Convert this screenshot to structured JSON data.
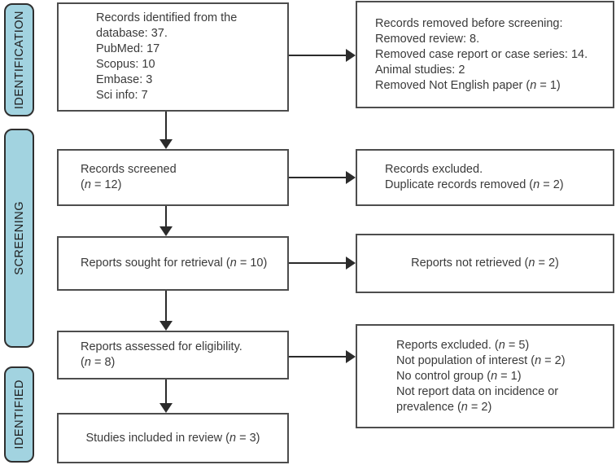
{
  "colors": {
    "label_fill": "#a2d3e0",
    "label_border": "#2f2f2f",
    "box_border": "#4d4d4d",
    "text_color": "#3a3a3a",
    "arrow_color": "#2b2b2b"
  },
  "sidebar": {
    "labels": [
      {
        "id": "identification",
        "text": "IDENTIFICATION"
      },
      {
        "id": "screening",
        "text": "SCREENING"
      },
      {
        "id": "identified",
        "text": "IDENTIFIED"
      }
    ]
  },
  "flow": {
    "left_boxes": [
      {
        "id": "records-identified",
        "lines": [
          "Records identified from the",
          "database: 37.",
          "PubMed: 17",
          "Scopus: 10",
          "Embase: 3",
          "Sci info: 7"
        ]
      },
      {
        "id": "records-screened",
        "lines": [
          "Records screened",
          "(n = 12)"
        ]
      },
      {
        "id": "reports-sought",
        "lines": [
          "Reports sought for retrieval (n = 10)"
        ]
      },
      {
        "id": "reports-assessed",
        "lines": [
          "Reports assessed for eligibility.",
          "(n = 8)"
        ]
      },
      {
        "id": "studies-included",
        "lines": [
          "Studies included in review (n = 3)"
        ]
      }
    ],
    "right_boxes": [
      {
        "id": "records-removed-before-screening",
        "lines": [
          "Records removed before screening:",
          "Removed review: 8.",
          "Removed case report or case series: 14.",
          "Animal studies: 2",
          "Removed Not English paper (n = 1)"
        ]
      },
      {
        "id": "records-excluded",
        "lines": [
          "Records excluded.",
          "Duplicate records removed (n = 2)"
        ]
      },
      {
        "id": "reports-not-retrieved",
        "lines": [
          "Reports not retrieved (n = 2)"
        ]
      },
      {
        "id": "reports-excluded",
        "lines": [
          "Reports excluded. (n = 5)",
          "Not population of interest (n = 2)",
          "No control group (n = 1)",
          "Not report data on incidence or",
          "prevalence (n = 2)"
        ]
      }
    ]
  }
}
